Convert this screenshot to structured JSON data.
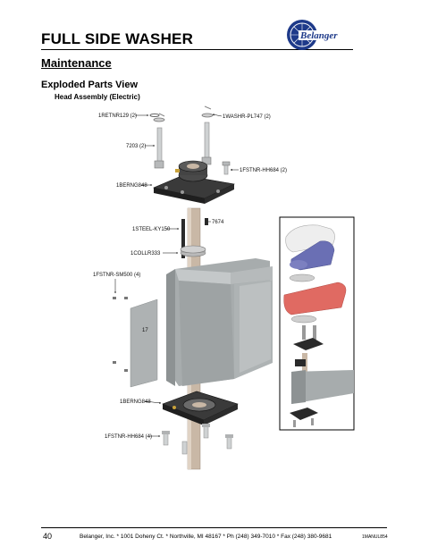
{
  "header": {
    "title": "FULL SIDE WASHER",
    "logo_text": "Belanger"
  },
  "section_title": "Maintenance",
  "subsection_title": "Exploded Parts View",
  "subsubsection_title": "Head Assembly (Electric)",
  "callouts": {
    "retnr": "1RETNR129 (2)",
    "washr": "1WASHR-PL747 (2)",
    "bolt": "7203 (2)",
    "fstnr_top": "1FSTNR-HH684 (2)",
    "berng_top": "1BERNG848",
    "steel_ky": "1STEEL-KY150",
    "part_7674": "7674",
    "collr": "1COLLR333",
    "fstnr_sm": "1FSTNR-SM500 (4)",
    "part_17": "17",
    "berng_bottom": "1BERNG848",
    "fstnr_bottom": "1FSTNR-HH684 (4)"
  },
  "colors": {
    "housing": "#a7acad",
    "bearing": "#2a2a2a",
    "shaft": "#c9b8a6",
    "cover_white": "#eeeeee",
    "cover_blue": "#6a6fb4",
    "cover_red": "#e06a62"
  },
  "footer": {
    "page_number": "40",
    "contact": "Belanger, Inc. * 1001 Doheny Ct. * Northville, MI 48167 * Ph (248) 349-7010 * Fax (248) 380-9681",
    "doc_code": "1MANUL854"
  }
}
